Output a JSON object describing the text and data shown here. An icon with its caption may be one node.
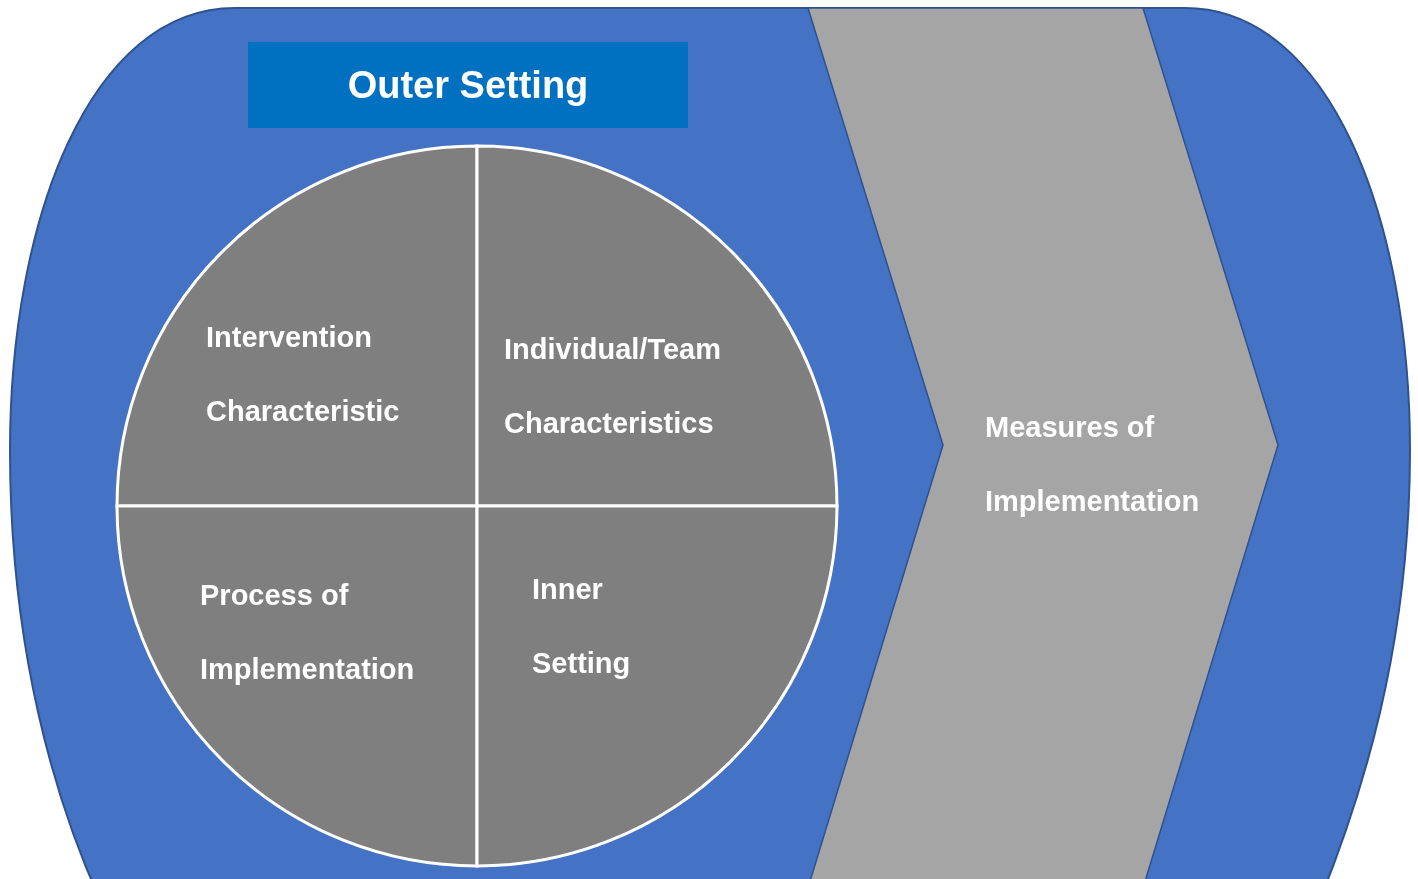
{
  "diagram": {
    "nodes": [
      {
        "text": [
          "Outer Setting"
        ]
      },
      {
        "text": [
          "Intervention Characteristic"
        ],
        "in": 0
      },
      {
        "text": [
          "Individual/Team Characteristics"
        ],
        "in": 0
      },
      {
        "text": [
          "Process of Implementation"
        ],
        "in": 0
      },
      {
        "text": [
          "Inner Setting"
        ],
        "in": 0
      },
      {
        "text": [
          "Measures of Implementation"
        ],
        "in": 0
      }
    ]
  }
}
